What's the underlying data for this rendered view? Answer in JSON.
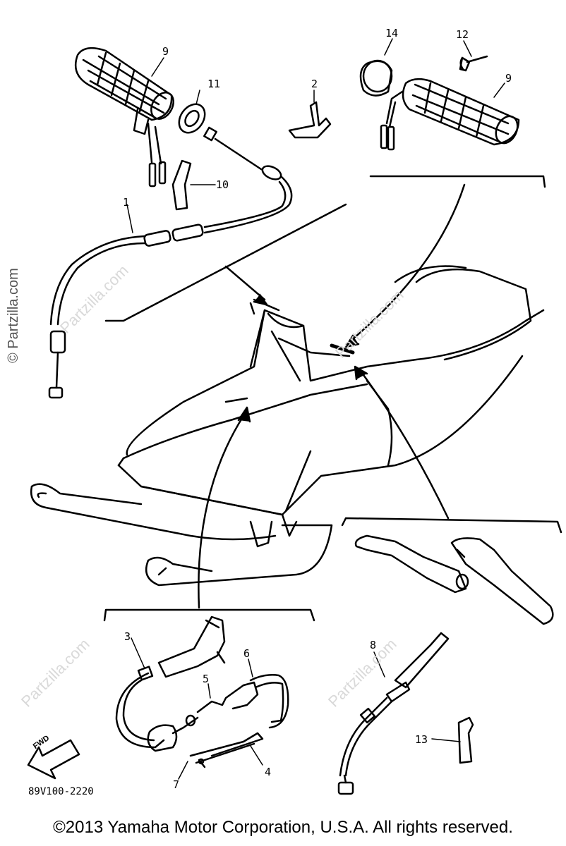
{
  "watermark": "Partzilla.com",
  "watermark_side": "© Partzilla.com",
  "callouts": {
    "n1": "1",
    "n2": "2",
    "n3": "3",
    "n4": "4",
    "n5": "5",
    "n6": "6",
    "n7": "7",
    "n8": "8",
    "n9a": "9",
    "n9b": "9",
    "n10": "10",
    "n11": "11",
    "n12": "12",
    "n13": "13",
    "n14": "14"
  },
  "fwd_label": "FWD",
  "diagram_code": "89V100-2220",
  "copyright": "©2013 Yamaha Motor Corporation, U.S.A. All rights reserved."
}
